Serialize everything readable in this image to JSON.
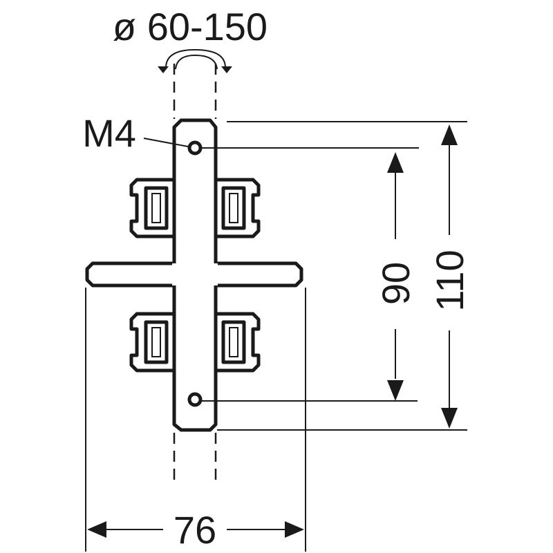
{
  "labels": {
    "pipe_diameter": "ø 60-150",
    "thread": "M4",
    "dim_hole_spacing": "90",
    "dim_height": "110",
    "dim_width": "76"
  },
  "colors": {
    "line": "#1a1a1a",
    "background": "#ffffff"
  }
}
